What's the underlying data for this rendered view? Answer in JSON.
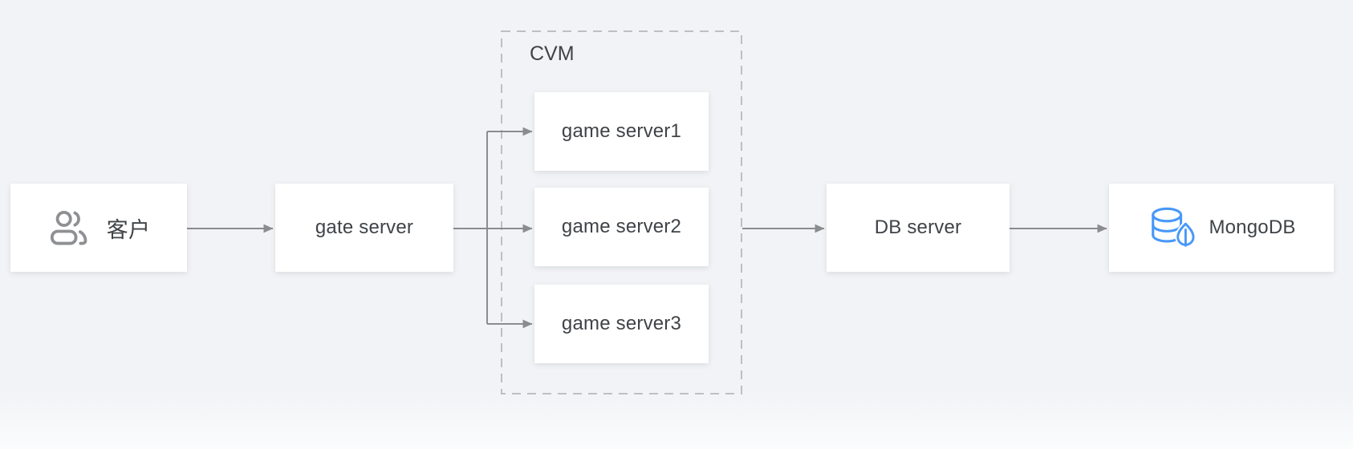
{
  "diagram": {
    "nodes": {
      "customer": {
        "label": "客户"
      },
      "gate_server": {
        "label": "gate server"
      },
      "cvm_group": {
        "label": "CVM"
      },
      "game_server1": {
        "label": "game server1"
      },
      "game_server2": {
        "label": "game server2"
      },
      "game_server3": {
        "label": "game server3"
      },
      "db_server": {
        "label": "DB server"
      },
      "mongodb": {
        "label": "MongoDB"
      }
    },
    "edges": [
      {
        "from": "customer",
        "to": "gate_server"
      },
      {
        "from": "gate_server",
        "to": "game_server1"
      },
      {
        "from": "gate_server",
        "to": "game_server2"
      },
      {
        "from": "gate_server",
        "to": "game_server3"
      },
      {
        "from": "cvm_group",
        "to": "db_server"
      },
      {
        "from": "db_server",
        "to": "mongodb"
      }
    ],
    "icons": {
      "customer": "users-icon",
      "mongodb": "mongodb-database-leaf-icon"
    },
    "colors": {
      "background": "#F2F3F6",
      "node_bg": "#FFFFFF",
      "text": "#3F4347",
      "arrow": "#8A8C8E",
      "dashed_border": "#BDBFC5",
      "mongodb_icon": "#4898F8",
      "customer_icon": "#8E9093"
    }
  }
}
